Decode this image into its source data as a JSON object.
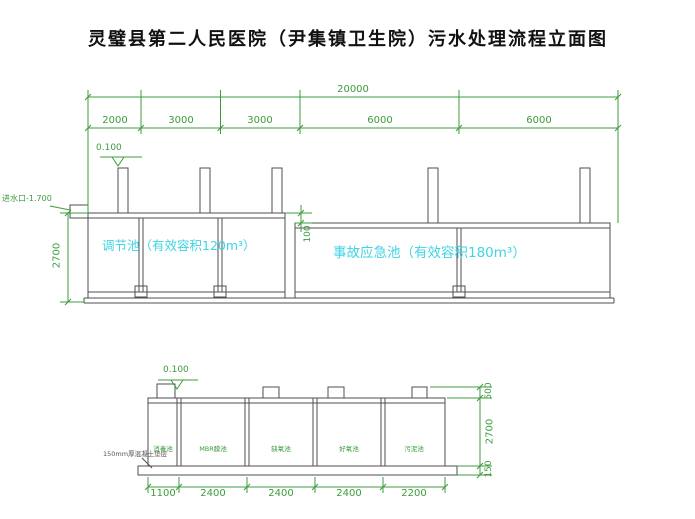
{
  "title": "灵璧县第二人民医院（尹集镇卫生院）污水处理流程立面图",
  "colors": {
    "dimension_lines": "#3d9b3d",
    "tank_labels": "#3fd4e4",
    "structure_lines": "#4f4f4f"
  },
  "top_view": {
    "overall_dim": "20000",
    "seg_dims": [
      "2000",
      "3000",
      "3000",
      "6000",
      "6000"
    ],
    "elevation": "0.100",
    "inlet": "进水口-1.700",
    "height_dim": "2700",
    "step_dim": "100",
    "tank1_label": "调节池（有效容积120m³）",
    "tank2_label": "事故应急池（有效容积180m³）"
  },
  "bottom_view": {
    "elevation": "0.100",
    "cells": [
      "消毒池",
      "MBR膜池",
      "缺氧池",
      "好氧池",
      "污泥池"
    ],
    "cell_dims": [
      "1100",
      "2400",
      "2400",
      "2400",
      "2200"
    ],
    "note": "150mm厚混凝土垫层",
    "right_dims": [
      "500",
      "2700",
      "150"
    ]
  }
}
